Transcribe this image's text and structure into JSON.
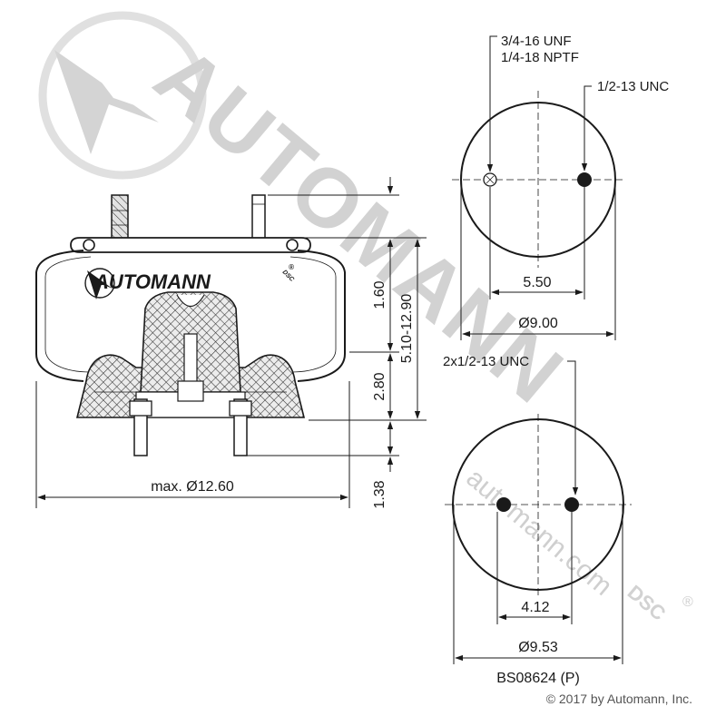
{
  "watermark": {
    "brand": "AUTOMANN",
    "suffix": "DSC",
    "url": "automann.com",
    "registered": "®"
  },
  "logo": {
    "brand": "AUTOMANN",
    "suffix": "DSC",
    "registered": "®"
  },
  "top_view": {
    "port_label_line1": "3/4-16 UNF",
    "port_label_line2": "1/4-18 NPTF",
    "stud_label": "1/2-13 UNC",
    "spacing": "5.50",
    "diameter": "Ø9.00"
  },
  "bottom_view": {
    "stud_label": "2x1/2-13 UNC",
    "spacing": "4.12",
    "diameter": "Ø9.53"
  },
  "side_view": {
    "dim_top_height": "1.60",
    "dim_mid_height": "2.80",
    "dim_bottom_height": "1.38",
    "dim_range": "5.10-12.90",
    "max_diameter": "max. Ø12.60"
  },
  "part_number": "BS08624 (P)",
  "copyright": "© 2017 by Automann, Inc."
}
